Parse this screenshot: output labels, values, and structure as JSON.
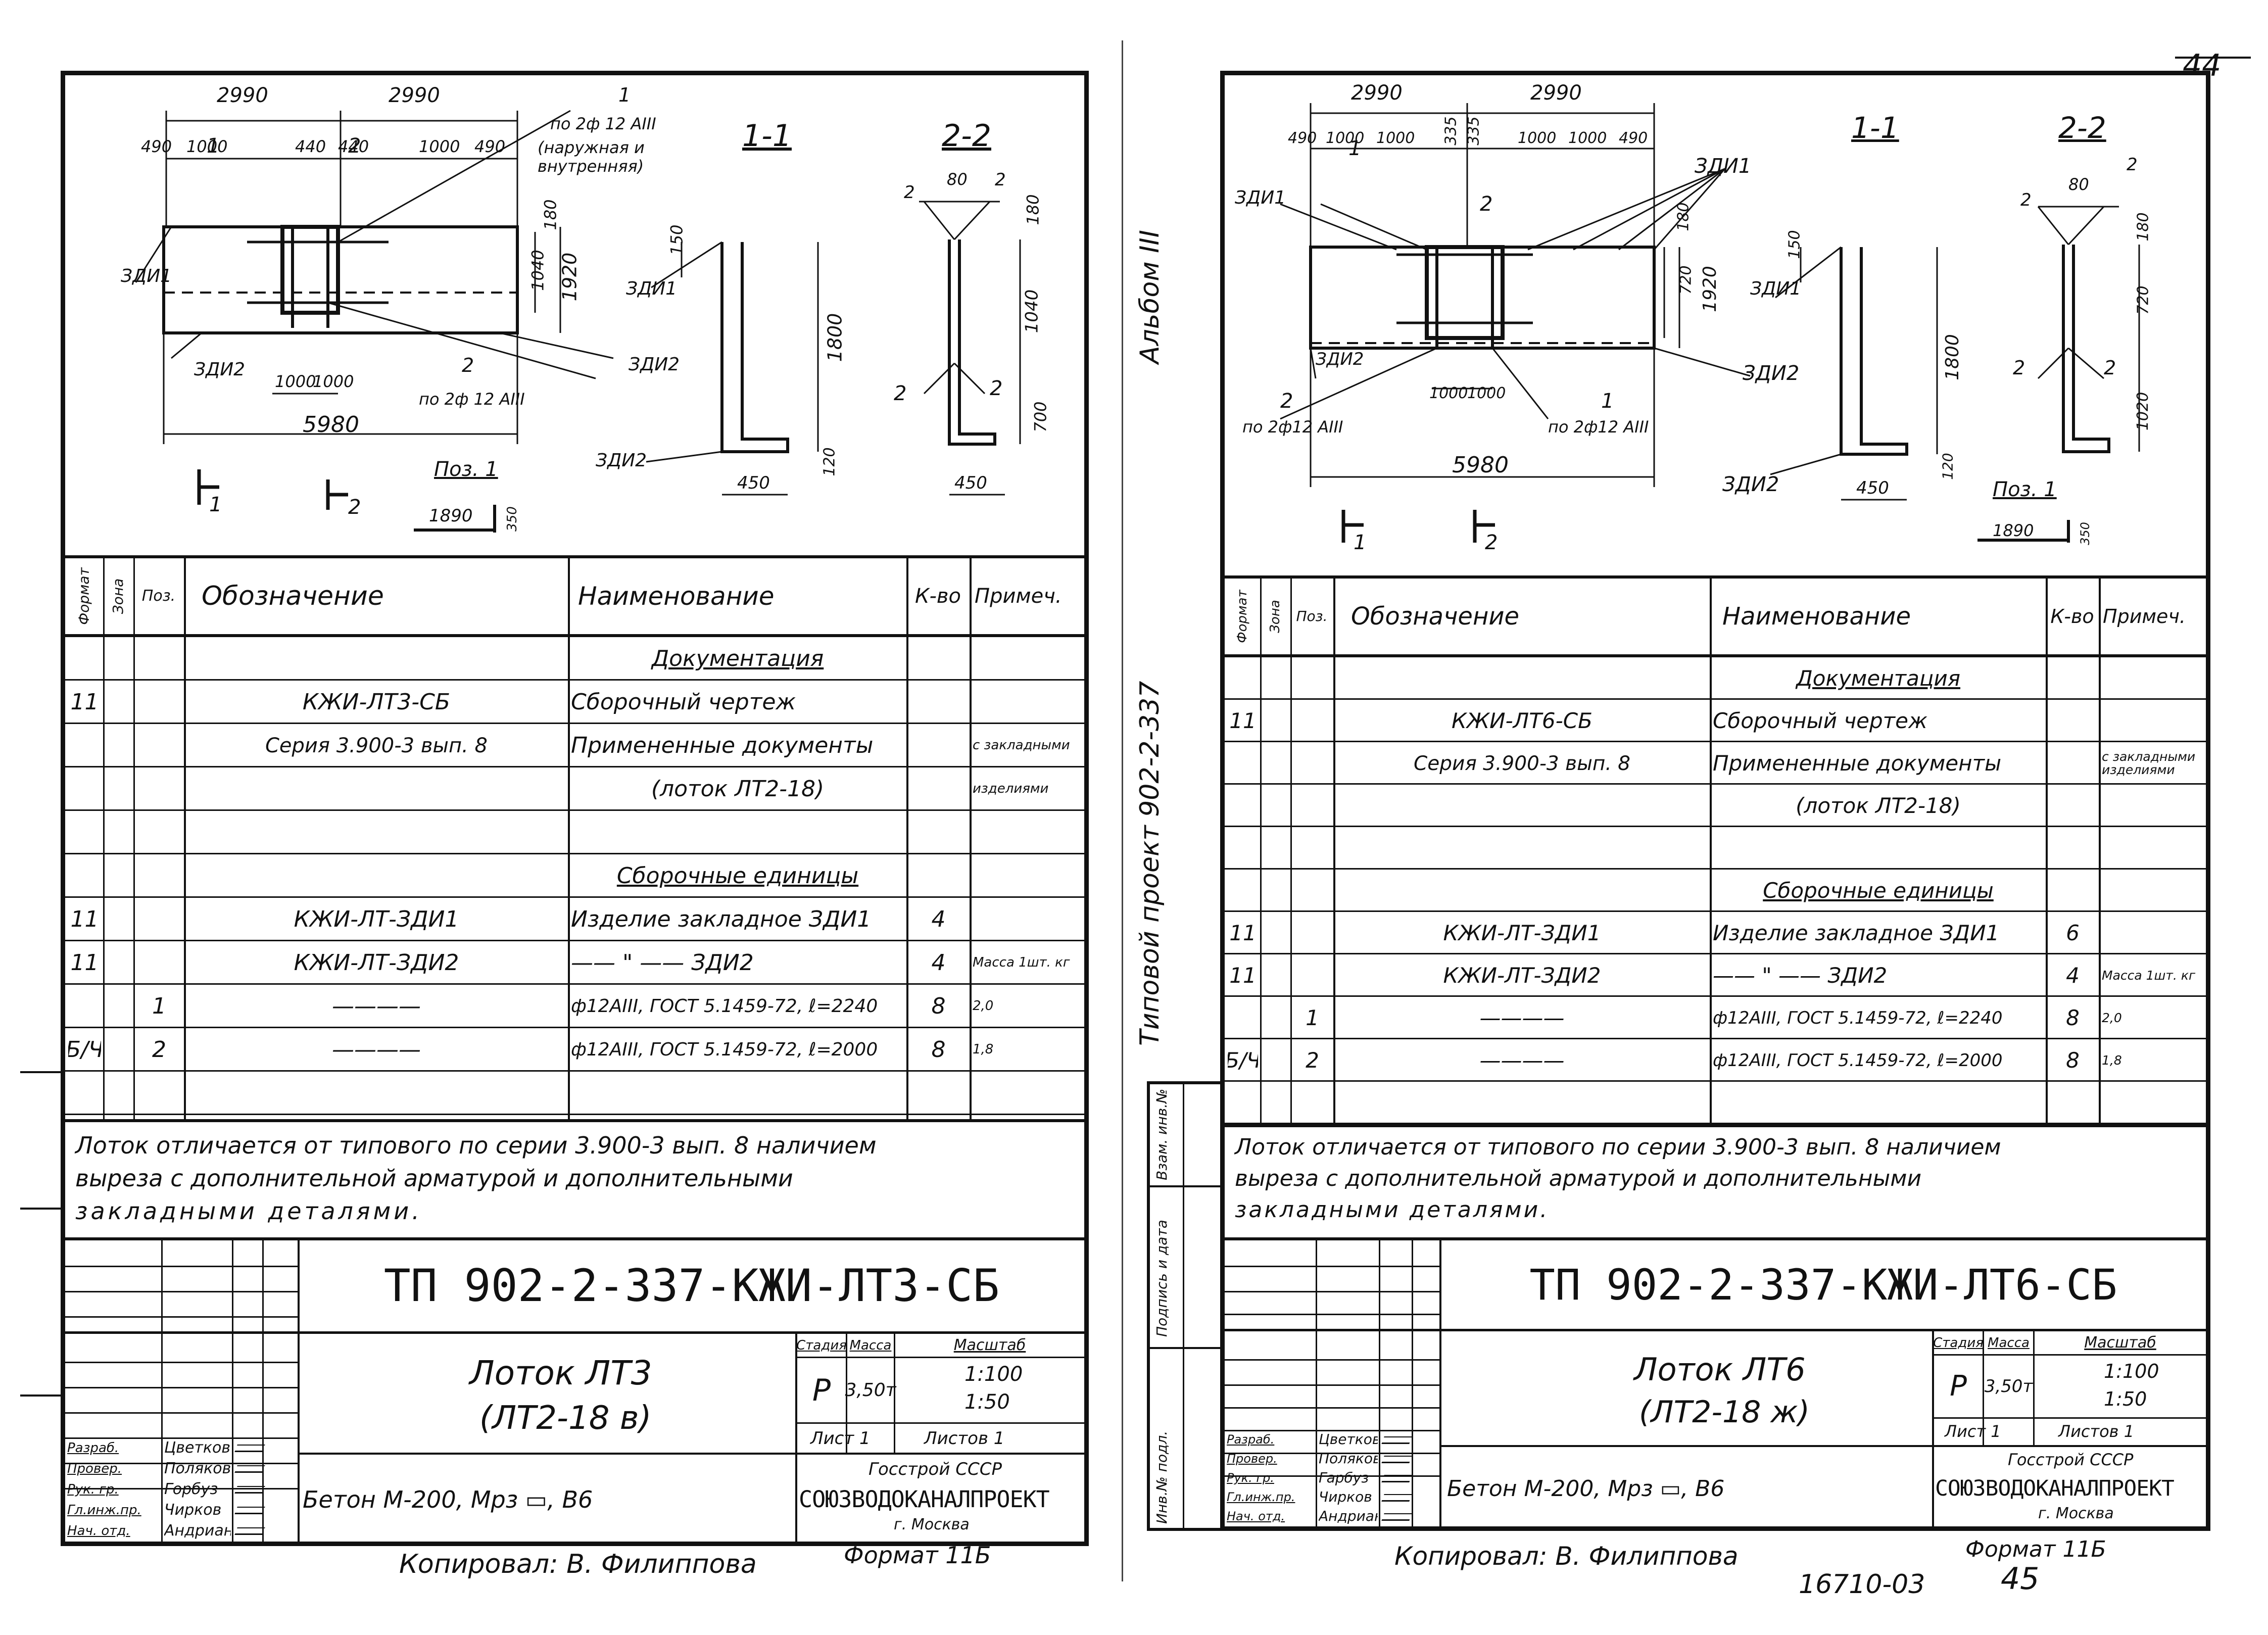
{
  "top_corner": "44",
  "bottom_corner": "45",
  "footer_code": "16710-03",
  "sheets": [
    {
      "id": "left",
      "drawing": {
        "dims_top": [
          "2990",
          "2990"
        ],
        "dims_sub": [
          "490",
          "1000",
          "440",
          "440",
          "1000",
          "490"
        ],
        "total": "5980",
        "bottom_dims": [
          "1000",
          "1000"
        ],
        "height_dims": [
          "180",
          "1040",
          "1920"
        ],
        "callouts": {
          "top_bar": "по 2ф 12 АIII",
          "top_bar_note": "(наружная и внутренняя)",
          "pos1": "1",
          "pos2": "2",
          "bottom_bar": "по 2ф 12 АIII",
          "zdi1": "ЗДИ1",
          "zdi2": "ЗДИ2",
          "left_label": "ЗДИ1"
        },
        "section_marks": [
          "1",
          "2",
          "1",
          "2"
        ],
        "section_1": {
          "title": "1-1",
          "dims": [
            "150",
            "1800",
            "120",
            "450"
          ],
          "labels": [
            "ЗДИ1",
            "ЗДИ2"
          ]
        },
        "section_2": {
          "title": "2-2",
          "dims": [
            "80",
            "180",
            "1040",
            "700",
            "450"
          ],
          "labels": [
            "2",
            "2",
            "2",
            "2"
          ]
        },
        "pos_detail": {
          "title": "Поз. 1",
          "length": "1890",
          "depth": "350"
        }
      },
      "spec": {
        "headers": [
          "Формат",
          "Зона",
          "Поз.",
          "Обозначение",
          "Наименование",
          "К-во",
          "Примеч."
        ],
        "rows": [
          {
            "fmt": "",
            "zone": "",
            "pos": "",
            "code": "",
            "name": "Документация",
            "qty": "",
            "note": "",
            "name_style": "underline-center"
          },
          {
            "fmt": "11",
            "zone": "",
            "pos": "",
            "code": "КЖИ-ЛТ3-СБ",
            "name": "Сборочный чертеж",
            "qty": "",
            "note": ""
          },
          {
            "fmt": "",
            "zone": "",
            "pos": "",
            "code": "Серия 3.900-3 вып. 8",
            "name": "Примененные документы",
            "qty": "",
            "note": "с закладными"
          },
          {
            "fmt": "",
            "zone": "",
            "pos": "",
            "code": "",
            "name": "(лоток ЛТ2-18)",
            "qty": "",
            "note": "изделиями",
            "name_style": "center"
          },
          {
            "fmt": "",
            "zone": "",
            "pos": "",
            "code": "",
            "name": "",
            "qty": "",
            "note": ""
          },
          {
            "fmt": "",
            "zone": "",
            "pos": "",
            "code": "",
            "name": "Сборочные единицы",
            "qty": "",
            "note": "",
            "name_style": "underline-center"
          },
          {
            "fmt": "11",
            "zone": "",
            "pos": "",
            "code": "КЖИ-ЛТ-ЗДИ1",
            "name": "Изделие закладное ЗДИ1",
            "qty": "4",
            "note": ""
          },
          {
            "fmt": "11",
            "zone": "",
            "pos": "",
            "code": "КЖИ-ЛТ-ЗДИ2",
            "name": "—— \" —— ЗДИ2",
            "qty": "4",
            "note": "Масса 1шт. кг"
          },
          {
            "fmt": "",
            "zone": "",
            "pos": "1",
            "code": "————",
            "name": "ф12АIII, ГОСТ 5.1459-72, ℓ=2240",
            "qty": "8",
            "note": "2,0"
          },
          {
            "fmt": "Б/Ч",
            "zone": "",
            "pos": "2",
            "code": "————",
            "name": "ф12АIII, ГОСТ 5.1459-72, ℓ=2000",
            "qty": "8",
            "note": "1,8"
          },
          {
            "fmt": "",
            "zone": "",
            "pos": "",
            "code": "",
            "name": "",
            "qty": "",
            "note": ""
          }
        ]
      },
      "note": [
        "Лоток отличается от типового по серии 3.900-3 вып. 8 наличием",
        "выреза с дополнительной арматурой и дополнительными",
        "закладными деталями."
      ],
      "title_block": {
        "doc_code": "ТП 902-2-337-КЖИ-ЛТ3-СБ",
        "item_name": "Лоток ЛТ3",
        "item_sub": "(ЛТ2-18 в)",
        "concrete": "Бетон М-200, Мрз ▭, В6",
        "labels": {
          "stage": "Стадия",
          "mass": "Масса",
          "scale": "Масштаб",
          "sheet": "Лист 1",
          "sheets": "Листов 1"
        },
        "stage": "Р",
        "mass": "3,50т",
        "scale": [
          "1:100",
          "1:50"
        ],
        "org": [
          "Госстрой СССР",
          "СОЮЗВОДОКАНАЛПРОЕКТ",
          "г. Москва"
        ],
        "staff": [
          {
            "role": "Разраб.",
            "name": "Цветкова"
          },
          {
            "role": "Провер.",
            "name": "Полякова"
          },
          {
            "role": "Рук. гр.",
            "name": "Горбуз"
          },
          {
            "role": "Гл.инж.пр.",
            "name": "Чирков"
          },
          {
            "role": "Нач. отд.",
            "name": "Андрианов"
          }
        ]
      },
      "copied": "Копировал: В. Филиппова",
      "format": "Формат 11Б"
    },
    {
      "id": "right",
      "drawing": {
        "dims_top": [
          "2990",
          "2990"
        ],
        "dims_sub": [
          "490",
          "1000",
          "1000",
          "335",
          "335",
          "1000",
          "1000",
          "490"
        ],
        "total": "5980",
        "bottom_dims": [
          "1000",
          "1000"
        ],
        "height_dims": [
          "180",
          "720",
          "1920"
        ],
        "callouts": {
          "zdi1_left": "ЗДИ1",
          "zdi1_right": "ЗДИ1",
          "zdi2": "ЗДИ2",
          "pos2": "2",
          "pos1": "1",
          "bar2": "по 2ф12 АIII",
          "bar1": "по 2ф12 АIII"
        },
        "section_marks": [
          "1",
          "2",
          "1",
          "2"
        ],
        "section_1": {
          "title": "1-1",
          "dims": [
            "150",
            "1800",
            "120",
            "450"
          ],
          "labels": [
            "ЗДИ1",
            "ЗДИ2"
          ]
        },
        "section_2": {
          "title": "2-2",
          "dims": [
            "80",
            "180",
            "720",
            "1020"
          ],
          "labels": [
            "2",
            "2",
            "2",
            "2"
          ]
        },
        "pos_detail": {
          "title": "Поз. 1",
          "length": "1890",
          "depth": "350"
        }
      },
      "spec": {
        "headers": [
          "Формат",
          "Зона",
          "Поз.",
          "Обозначение",
          "Наименование",
          "К-во",
          "Примеч."
        ],
        "rows": [
          {
            "fmt": "",
            "zone": "",
            "pos": "",
            "code": "",
            "name": "Документация",
            "qty": "",
            "note": "",
            "name_style": "underline-center"
          },
          {
            "fmt": "11",
            "zone": "",
            "pos": "",
            "code": "КЖИ-ЛТ6-СБ",
            "name": "Сборочный чертеж",
            "qty": "",
            "note": ""
          },
          {
            "fmt": "",
            "zone": "",
            "pos": "",
            "code": "Серия 3.900-3 вып. 8",
            "name": "Примененные документы",
            "qty": "",
            "note": "с закладными изделиями"
          },
          {
            "fmt": "",
            "zone": "",
            "pos": "",
            "code": "",
            "name": "(лоток ЛТ2-18)",
            "qty": "",
            "note": "",
            "name_style": "center"
          },
          {
            "fmt": "",
            "zone": "",
            "pos": "",
            "code": "",
            "name": "",
            "qty": "",
            "note": ""
          },
          {
            "fmt": "",
            "zone": "",
            "pos": "",
            "code": "",
            "name": "Сборочные единицы",
            "qty": "",
            "note": "",
            "name_style": "underline-center"
          },
          {
            "fmt": "11",
            "zone": "",
            "pos": "",
            "code": "КЖИ-ЛТ-ЗДИ1",
            "name": "Изделие закладное ЗДИ1",
            "qty": "6",
            "note": ""
          },
          {
            "fmt": "11",
            "zone": "",
            "pos": "",
            "code": "КЖИ-ЛТ-ЗДИ2",
            "name": "—— \" —— ЗДИ2",
            "qty": "4",
            "note": "Масса 1шт. кг"
          },
          {
            "fmt": "",
            "zone": "",
            "pos": "1",
            "code": "————",
            "name": "ф12АIII, ГОСТ 5.1459-72, ℓ=2240",
            "qty": "8",
            "note": "2,0"
          },
          {
            "fmt": "Б/Ч",
            "zone": "",
            "pos": "2",
            "code": "————",
            "name": "ф12АIII, ГОСТ 5.1459-72, ℓ=2000",
            "qty": "8",
            "note": "1,8"
          },
          {
            "fmt": "",
            "zone": "",
            "pos": "",
            "code": "",
            "name": "",
            "qty": "",
            "note": ""
          }
        ]
      },
      "note": [
        "Лоток отличается от типового по серии 3.900-3 вып. 8 наличием",
        "выреза с дополнительной арматурой и дополнительными",
        "закладными деталями."
      ],
      "title_block": {
        "doc_code": "ТП 902-2-337-КЖИ-ЛТ6-СБ",
        "item_name": "Лоток ЛТ6",
        "item_sub": "(ЛТ2-18 ж)",
        "concrete": "Бетон М-200, Мрз ▭, В6",
        "labels": {
          "stage": "Стадия",
          "mass": "Масса",
          "scale": "Масштаб",
          "sheet": "Лист 1",
          "sheets": "Листов 1"
        },
        "stage": "Р",
        "mass": "3,50т",
        "scale": [
          "1:100",
          "1:50"
        ],
        "org": [
          "Госстрой СССР",
          "СОЮЗВОДОКАНАЛПРОЕКТ",
          "г. Москва"
        ],
        "staff": [
          {
            "role": "Разраб.",
            "name": "Цветкова"
          },
          {
            "role": "Провер.",
            "name": "Полякова"
          },
          {
            "role": "Рук. гр.",
            "name": "Гарбуз"
          },
          {
            "role": "Гл.инж.пр.",
            "name": "Чирков"
          },
          {
            "role": "Нач. отд.",
            "name": "Андрианов"
          }
        ]
      },
      "side_labels": {
        "album": "Альбом III",
        "project": "Типовой проект 902-2-337"
      },
      "stamp_columns": [
        "Инв.№ подл.",
        "Подпись и дата",
        "Взам. инв.№"
      ],
      "copied": "Копировал: В. Филиппова",
      "format": "Формат 11Б"
    }
  ]
}
